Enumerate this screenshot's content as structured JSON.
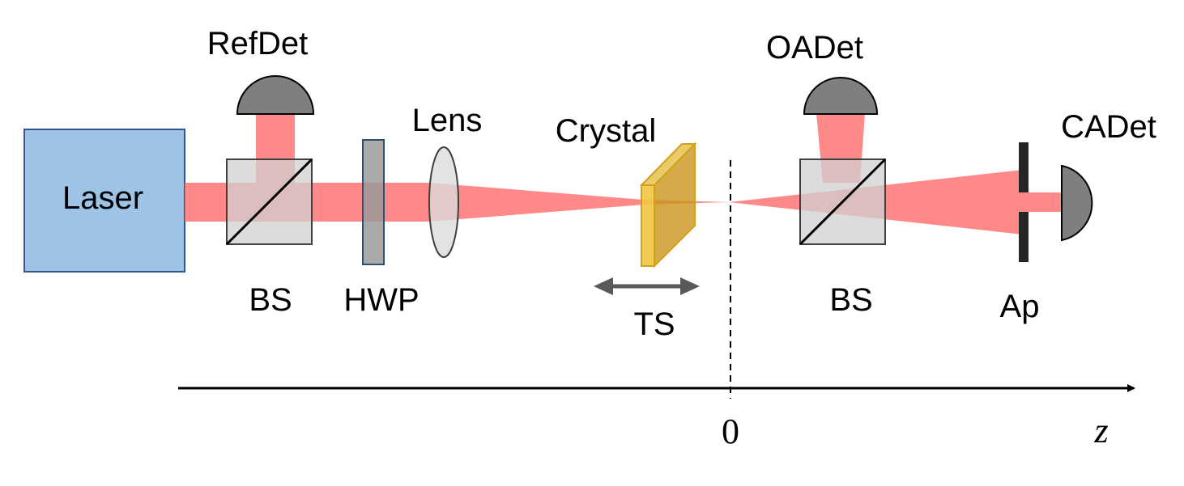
{
  "labels": {
    "laser": "Laser",
    "ref_det": "RefDet",
    "bs1": "BS",
    "hwp": "HWP",
    "lens": "Lens",
    "crystal": "Crystal",
    "ts": "TS",
    "oa_det": "OADet",
    "bs2": "BS",
    "ca_det": "CADet",
    "ap": "Ap",
    "zero": "0",
    "z_axis": "z"
  },
  "colors": {
    "beam": "#ff6b6b",
    "laser_box": "#9dc3e6",
    "detector": "#7f7f7f",
    "crystal": "#dbb13b",
    "hwp": "#9a9a9a",
    "beam_splitter": "#c9c9c9",
    "stage_arrow": "#595959"
  }
}
